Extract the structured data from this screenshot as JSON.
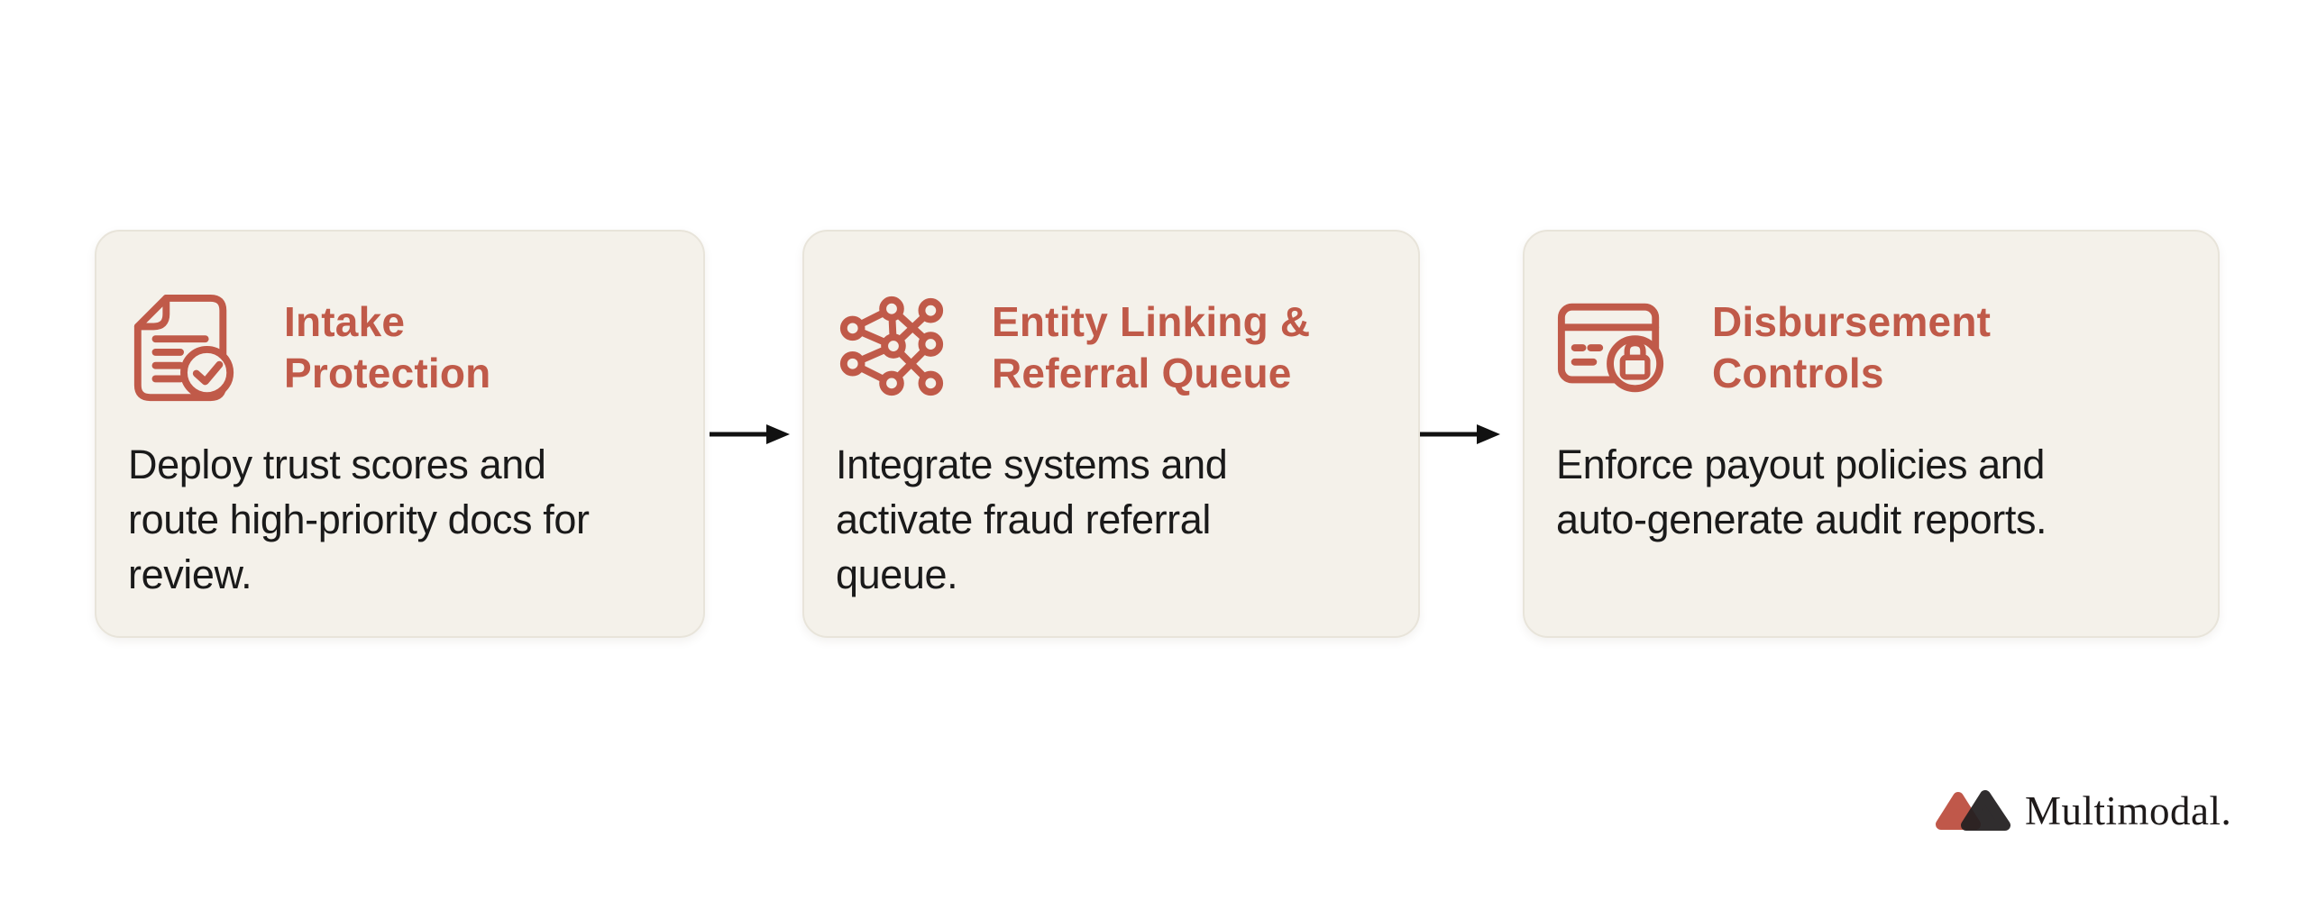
{
  "page": {
    "background": "#FFFFFF"
  },
  "theme": {
    "accent": "#C05A49",
    "card_background": "#F4F1EA",
    "card_border": "#E8E4DA",
    "body_text": "#1A1A1A",
    "arrow": "#111111",
    "logo_text_color": "#1E1A1A",
    "logo_mark_left": "#C0584A",
    "logo_mark_right": "#242021"
  },
  "steps": [
    {
      "icon": "document-check-icon",
      "title": "Intake\nProtection",
      "description": "Deploy trust scores and\nroute high-priority docs for\nreview."
    },
    {
      "icon": "network-graph-icon",
      "title": "Entity Linking &\nReferral Queue",
      "description": "Integrate systems and\nactivate fraud referral\nqueue."
    },
    {
      "icon": "card-lock-icon",
      "title": "Disbursement\nControls",
      "description": "Enforce payout policies and\nauto-generate audit reports."
    }
  ],
  "logo": {
    "text": "Multimodal."
  }
}
